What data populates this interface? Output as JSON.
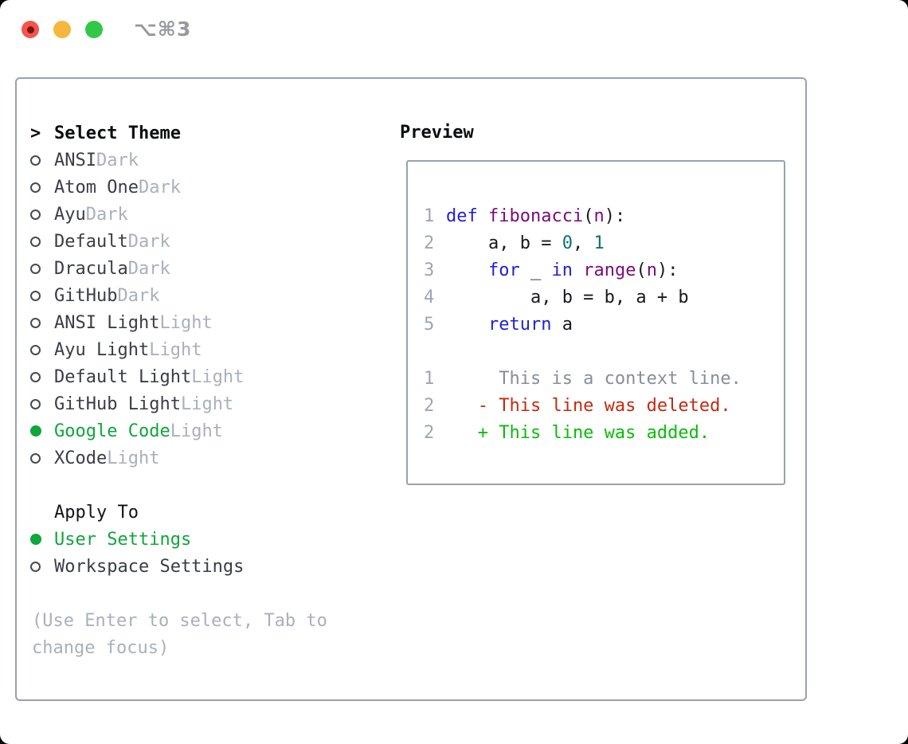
{
  "titlebar": {
    "shortcut": "⌥⌘3"
  },
  "theme_list": {
    "cursor": ">",
    "title": "Select Theme",
    "items": [
      {
        "name": "ANSI",
        "variant": "Dark",
        "selected": false
      },
      {
        "name": "Atom One",
        "variant": "Dark",
        "selected": false
      },
      {
        "name": "Ayu",
        "variant": "Dark",
        "selected": false
      },
      {
        "name": "Default",
        "variant": "Dark",
        "selected": false
      },
      {
        "name": "Dracula",
        "variant": "Dark",
        "selected": false
      },
      {
        "name": "GitHub",
        "variant": "Dark",
        "selected": false
      },
      {
        "name": "ANSI Light",
        "variant": "Light",
        "selected": false
      },
      {
        "name": "Ayu Light",
        "variant": "Light",
        "selected": false
      },
      {
        "name": "Default Light",
        "variant": "Light",
        "selected": false
      },
      {
        "name": "GitHub Light",
        "variant": "Light",
        "selected": false
      },
      {
        "name": "Google Code",
        "variant": "Light",
        "selected": true
      },
      {
        "name": "XCode",
        "variant": "Light",
        "selected": false
      }
    ]
  },
  "apply_to": {
    "label": "Apply To",
    "options": [
      {
        "label": "User Settings",
        "selected": true
      },
      {
        "label": "Workspace Settings",
        "selected": false
      }
    ]
  },
  "hint_lines": [
    "(Use Enter to select, Tab to",
    "change focus)"
  ],
  "preview": {
    "title": "Preview",
    "code_lines": [
      {
        "num": "1",
        "tokens": [
          [
            "kw",
            "def"
          ],
          [
            "pl",
            " "
          ],
          [
            "fn",
            "fibonacci"
          ],
          [
            "pl",
            "("
          ],
          [
            "fn",
            "n"
          ],
          [
            "pl",
            "):"
          ]
        ]
      },
      {
        "num": "2",
        "tokens": [
          [
            "pl",
            "    a, b = "
          ],
          [
            "num",
            "0"
          ],
          [
            "pl",
            ", "
          ],
          [
            "num",
            "1"
          ]
        ]
      },
      {
        "num": "3",
        "tokens": [
          [
            "pl",
            "    "
          ],
          [
            "kw",
            "for"
          ],
          [
            "pl",
            " _ "
          ],
          [
            "kw",
            "in"
          ],
          [
            "pl",
            " "
          ],
          [
            "fn",
            "range"
          ],
          [
            "pl",
            "("
          ],
          [
            "fn",
            "n"
          ],
          [
            "pl",
            "):"
          ]
        ]
      },
      {
        "num": "4",
        "tokens": [
          [
            "pl",
            "        a, b = b, a + b"
          ]
        ]
      },
      {
        "num": "5",
        "tokens": [
          [
            "pl",
            "    "
          ],
          [
            "kw",
            "return"
          ],
          [
            "pl",
            " a"
          ]
        ]
      },
      {
        "num": "",
        "tokens": []
      },
      {
        "num": "1",
        "tokens": [
          [
            "ctx",
            "     This is a context line."
          ]
        ]
      },
      {
        "num": "2",
        "tokens": [
          [
            "del",
            "   - This line was deleted."
          ]
        ]
      },
      {
        "num": "2",
        "tokens": [
          [
            "add",
            "   + This line was added."
          ]
        ]
      }
    ]
  },
  "colors": {
    "accent_green": "#0fa63c",
    "keyword_blue": "#2222cc",
    "function_purple": "#7a0b7a",
    "literal_teal": "#0e7073",
    "code_plain": "#17191e",
    "line_number": "#9da6b4",
    "context_gray": "#878e98",
    "deleted_red": "#c5290f",
    "added_green": "#0abc0a",
    "muted_text": "#a9b0bd",
    "item_text": "#383d47",
    "border_gray": "#9aa1ad",
    "traffic_red": "#f2544e",
    "traffic_yellow": "#f6b73e",
    "traffic_green": "#33c748"
  }
}
